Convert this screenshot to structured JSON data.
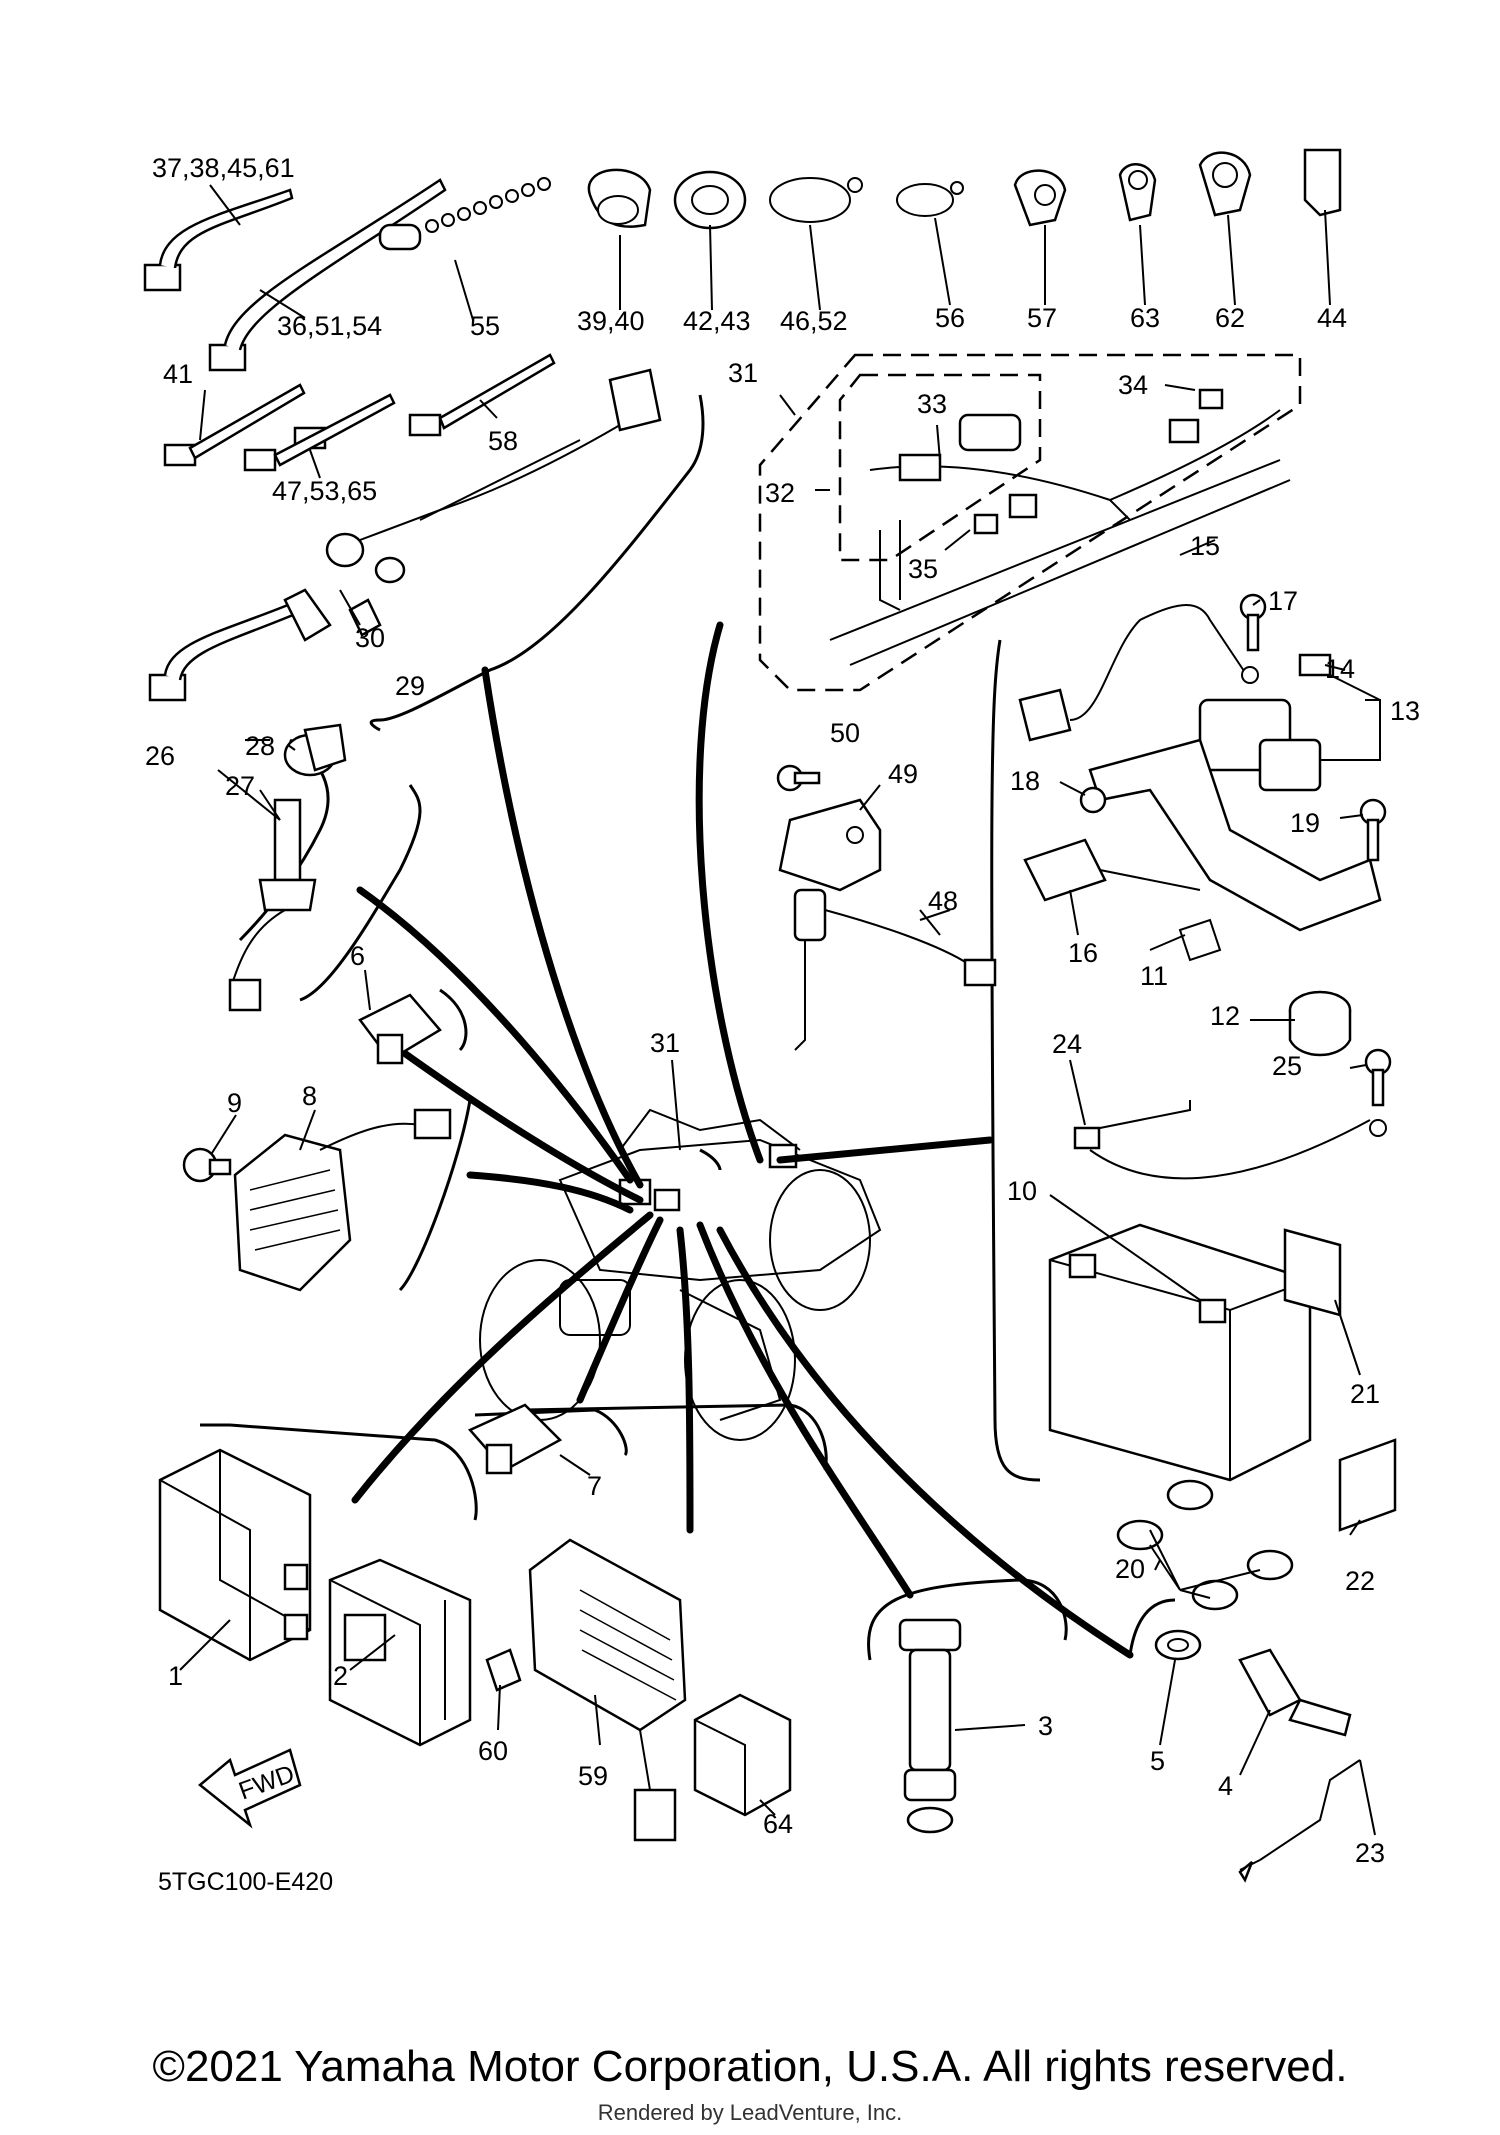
{
  "diagram": {
    "code": "5TGC100-E420",
    "fwd_label": "FWD",
    "callouts": {
      "c1": "1",
      "c2": "2",
      "c3": "3",
      "c4": "4",
      "c5": "5",
      "c6": "6",
      "c7": "7",
      "c8": "8",
      "c9": "9",
      "c10": "10",
      "c11": "11",
      "c12": "12",
      "c13": "13",
      "c14": "14",
      "c15": "15",
      "c16": "16",
      "c17": "17",
      "c18": "18",
      "c19": "19",
      "c20": "20",
      "c21": "21",
      "c22": "22",
      "c23": "23",
      "c24": "24",
      "c25": "25",
      "c26": "26",
      "c27": "27",
      "c28": "28",
      "c29": "29",
      "c30": "30",
      "c31a": "31",
      "c31b": "31",
      "c32": "32",
      "c33": "33",
      "c34": "34",
      "c35": "35",
      "c36": "36,51,54",
      "c37": "37,38,45,61",
      "c39": "39,40",
      "c41": "41",
      "c42": "42,43",
      "c44": "44",
      "c46": "46,52",
      "c47": "47,53,65",
      "c48": "48",
      "c49": "49",
      "c50": "50",
      "c55": "55",
      "c56": "56",
      "c57": "57",
      "c58": "58",
      "c59": "59",
      "c60": "60",
      "c62": "62",
      "c63": "63",
      "c64": "64"
    }
  },
  "footer": {
    "copyright": "©2021 Yamaha Motor Corporation, U.S.A. All rights reserved.",
    "rendered_by": "Rendered by LeadVenture, Inc."
  }
}
